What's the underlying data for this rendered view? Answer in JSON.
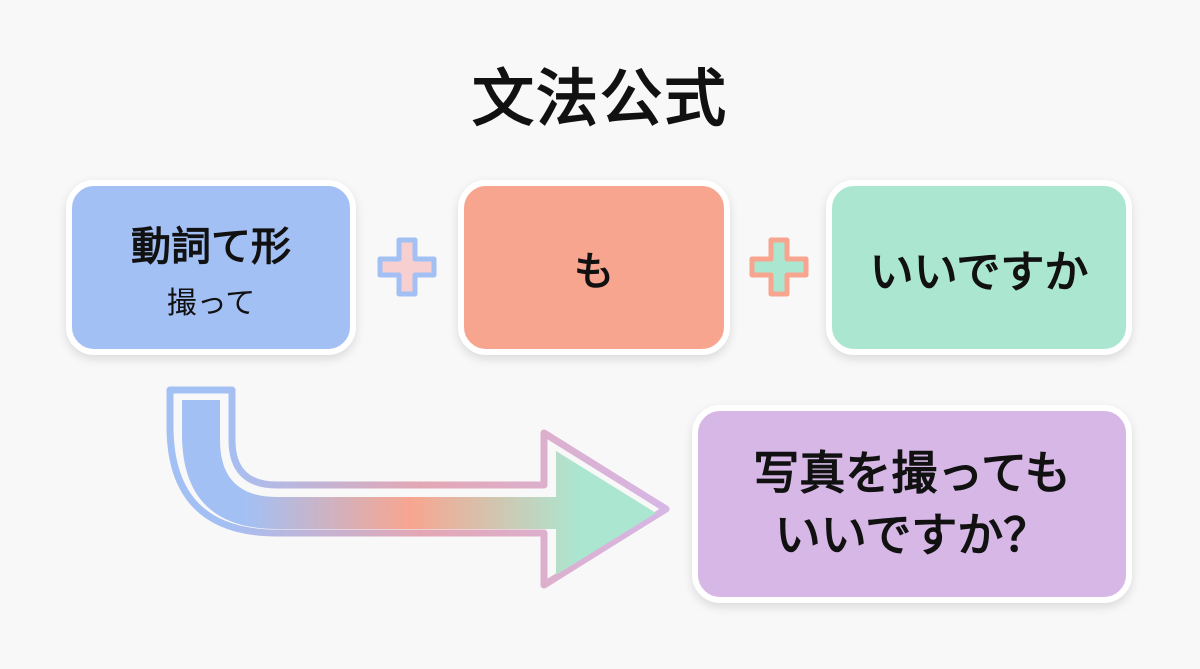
{
  "title": "文法公式",
  "boxes": {
    "verb": {
      "label": "動詞て形",
      "example": "撮って",
      "color": "#a3c0f5"
    },
    "mo": {
      "label": "も",
      "color": "#f8a590"
    },
    "iidesuka": {
      "label": "いいですか",
      "color": "#abe6d0"
    },
    "result": {
      "line1": "写真を撮っても",
      "line2": "いいですか？",
      "color": "#d6b7e6"
    }
  },
  "operators": [
    {
      "symbol": "plus",
      "fill": "#f7cfd0",
      "stroke": "#a3c0f5"
    },
    {
      "symbol": "plus",
      "fill": "#abe6d0",
      "stroke": "#f8a590"
    }
  ],
  "arrow": {
    "gradient": [
      "#a3c0f5",
      "#f8a590",
      "#abe6d0"
    ],
    "outline": [
      "#a3c0f5",
      "#d6b7e6"
    ]
  }
}
